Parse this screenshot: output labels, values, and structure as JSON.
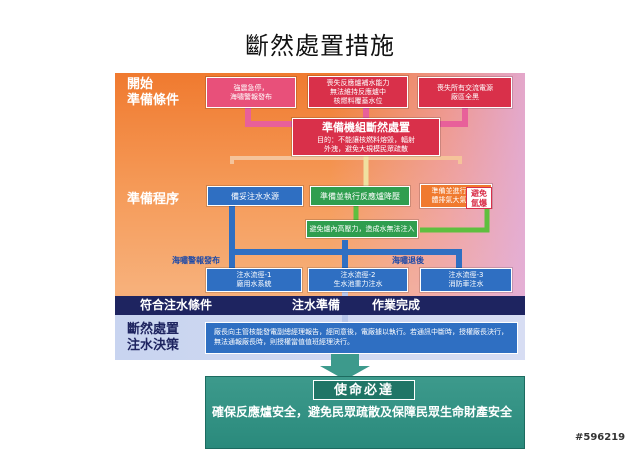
{
  "title": "斷然處置措施",
  "sections": {
    "start": "開始\n準備條件",
    "prep": "準備程序",
    "decision": "斷然處置\n注水決策"
  },
  "triggers": [
    "強震急停，\n海嘯警報發布",
    "喪失反應爐補水能力\n無法維持反應爐中\n核燃料覆蓋水位",
    "喪失所有交流電源\n廠區全黑"
  ],
  "center": {
    "title": "準備機組斷然處置",
    "sub": "目的：不能讓核燃料熔毀，輻射\n外洩，避免大規模民眾疏散"
  },
  "prep_boxes": [
    "備妥注水水源",
    "準備並執行反應爐降壓",
    "準備並進行圍阻\n體排氣大氣環境"
  ],
  "badge": "避免\n氫爆",
  "avoid_box": "避免爐內高壓力，造成水無法注入",
  "notes": {
    "tsunami_warning": "海嘯警報發布",
    "tsunami_recede": "海嘯退後"
  },
  "injection": [
    "注水流徑-1\n廠用水系統",
    "注水流徑-2\n生水池重力注水",
    "注水流徑-3\n消防車注水"
  ],
  "band": {
    "left": "符合注水條件",
    "mid": "注水準備",
    "right": "作業完成"
  },
  "decision_text": "廠長向主管核能發電副總經理報告，經同意後，電廠據以執行。若通訊中斷時，授權廠長決行，無法通報廠長時，則授權當值值班經理決行。",
  "mission": {
    "title": "使命必達",
    "text": "確保反應爐安全，避免民眾疏散及保障民眾生命財產安全"
  },
  "watermark": "#596219",
  "colors": {
    "orange_panel": "#f07a2f",
    "navy_band": "#1e2460",
    "trigger_red": "#d9304a",
    "blue_box": "#2f6fc2",
    "green_box": "#2f9e4f",
    "teal_mission": "#2d8f8f"
  }
}
